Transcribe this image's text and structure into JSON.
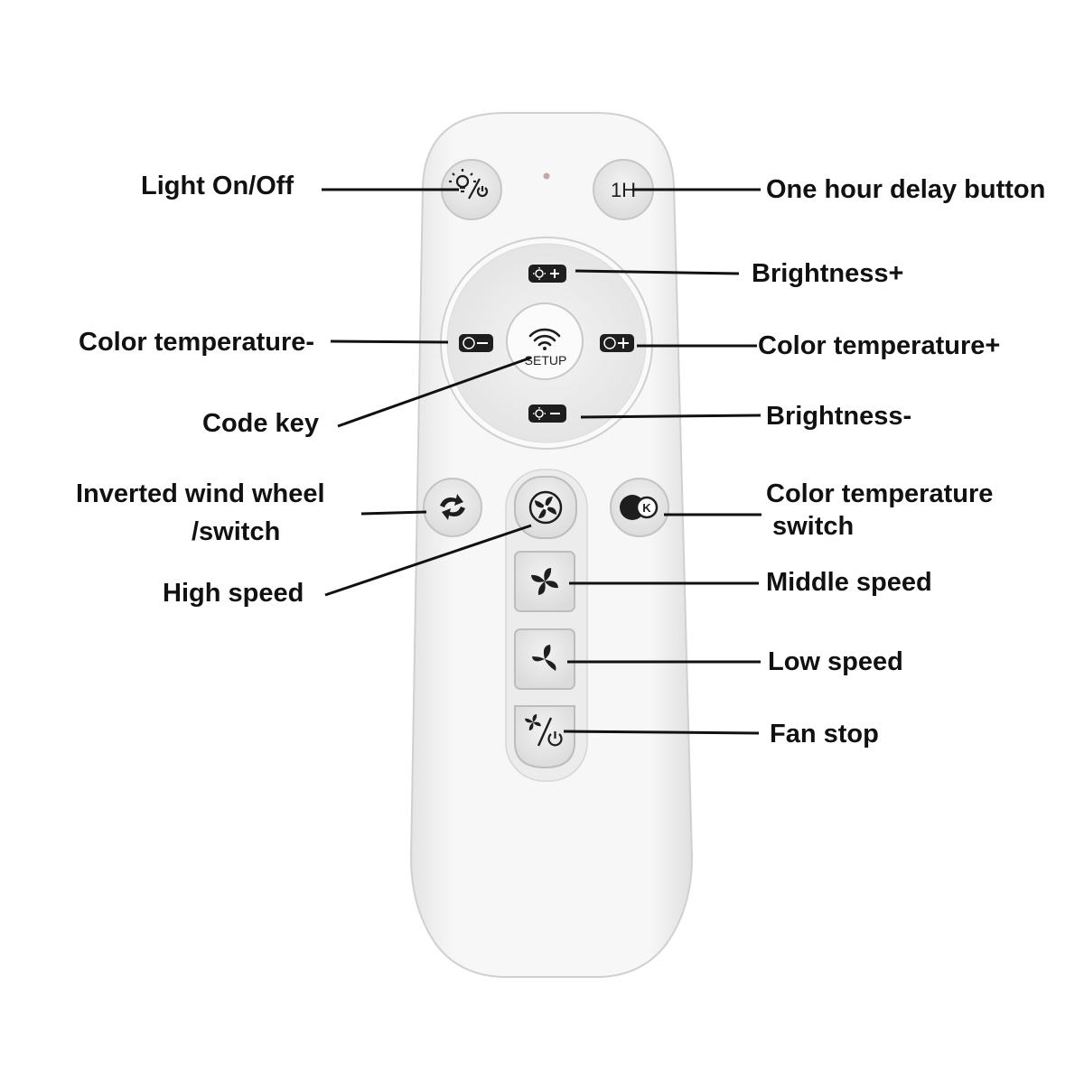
{
  "colors": {
    "remote_body": "#f3f3f3",
    "remote_edge": "#d2d2d2",
    "button_face": "#e6e6e6",
    "button_edge": "#c4c4c4",
    "icon_dark": "#1e1e1e",
    "leader_line": "#111111",
    "indicator": "#c9a4a4"
  },
  "remote": {
    "delay_button_text": "1H",
    "code_key_text": "SETUP"
  },
  "callouts": {
    "light_on_off": "Light On/Off",
    "one_hour_delay": "One hour delay button",
    "brightness_plus": "Brightness+",
    "color_temp_minus": "Color temperature-",
    "color_temp_plus": "Color temperature+",
    "code_key": "Code key",
    "brightness_minus": "Brightness-",
    "inverted_wind_line1": "Inverted wind wheel",
    "inverted_wind_line2": "/switch",
    "color_temp_switch_line1": "Color temperature",
    "color_temp_switch_line2": "switch",
    "high_speed": "High speed",
    "middle_speed": "Middle speed",
    "low_speed": "Low speed",
    "fan_stop": "Fan stop"
  },
  "icons": {
    "light": "bulb-power-icon",
    "brightness_up": "sun-plus-icon",
    "brightness_down": "sun-minus-icon",
    "ct_up": "k-plus-icon",
    "ct_down": "k-minus-icon",
    "wifi": "wifi-icon",
    "reverse": "rotate-arrows-icon",
    "ct_switch": "k-circle-icon",
    "fan": "fan-icon",
    "fan_stop": "fan-power-icon"
  }
}
